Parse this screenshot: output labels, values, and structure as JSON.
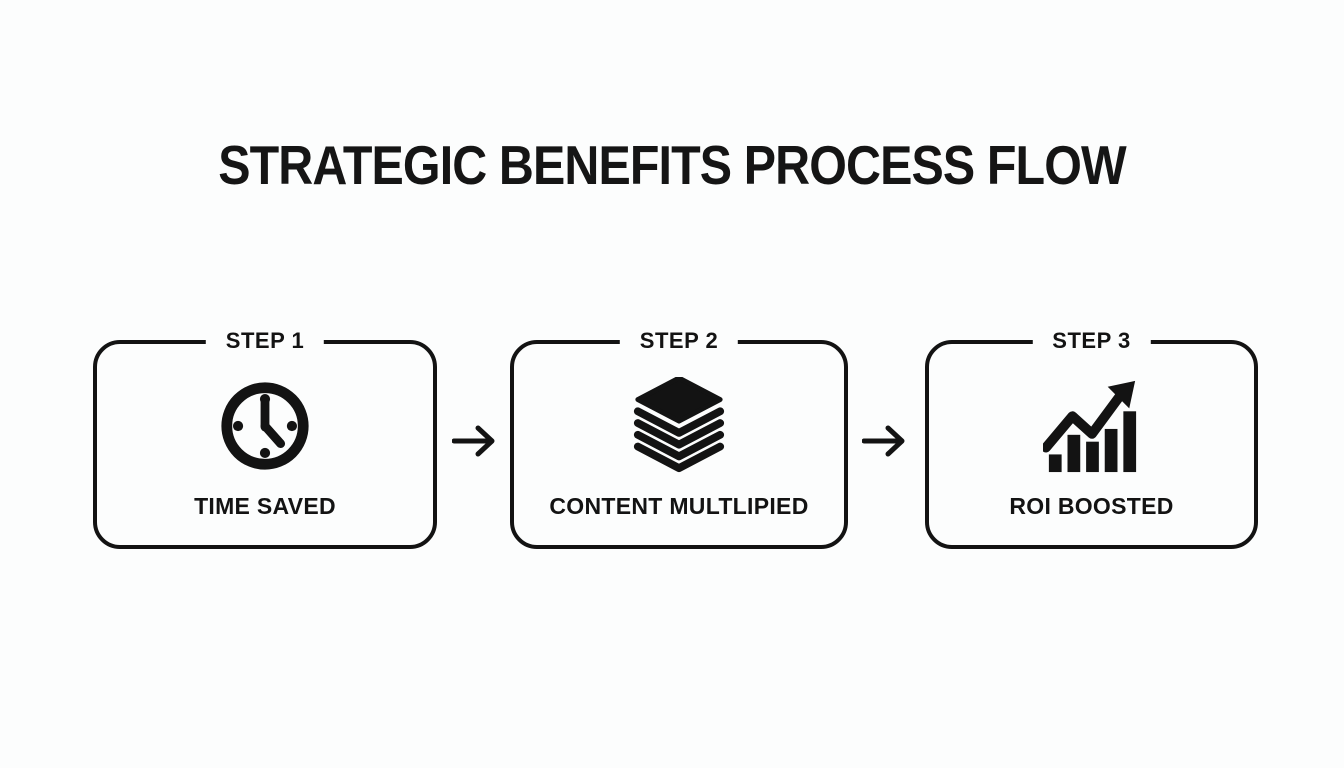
{
  "page": {
    "title": "STRATEGIC BENEFITS PROCESS FLOW",
    "background_color": "#fcfdfd",
    "ink_color": "#131313"
  },
  "flow": {
    "steps": [
      {
        "label": "STEP 1",
        "icon": "clock-icon",
        "caption": "TIME SAVED"
      },
      {
        "label": "STEP 2",
        "icon": "layers-icon",
        "caption": "CONTENT MULTLIPIED"
      },
      {
        "label": "STEP 3",
        "icon": "growth-chart-icon",
        "caption": "ROI BOOSTED"
      }
    ],
    "connectors": [
      {
        "icon": "arrow-right-icon"
      },
      {
        "icon": "arrow-right-icon"
      }
    ]
  }
}
